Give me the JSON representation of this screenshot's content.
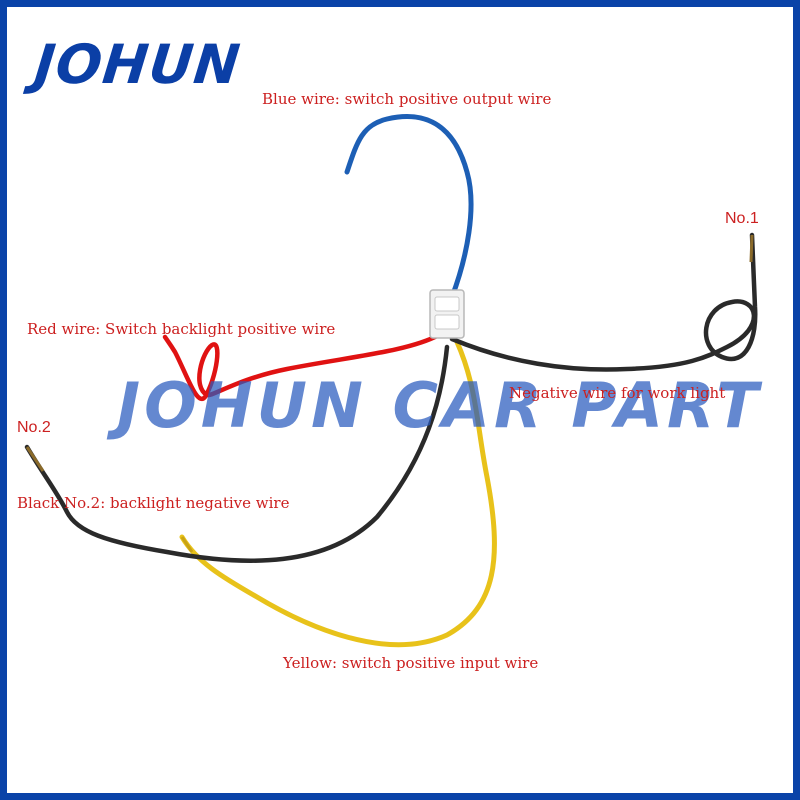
{
  "brand": "JOHUN",
  "watermark": "JOHUN CAR PART",
  "labels": {
    "blue": "Blue wire: switch positive output wire",
    "red": "Red wire: Switch backlight positive wire",
    "negative": "Negative wire for work light",
    "black": "Black No.2: backlight negative wire",
    "yellow": "Yellow: switch positive input wire",
    "no1": "No.1",
    "no2": "No.2"
  },
  "colors": {
    "frame": "#0a43a8",
    "label_text": "#cc2020",
    "blue_wire": "#1d5fb5",
    "red_wire": "#e01212",
    "black_wire": "#2a2a2a",
    "yellow_wire": "#e8c21a",
    "connector": "#f2f2f2"
  }
}
